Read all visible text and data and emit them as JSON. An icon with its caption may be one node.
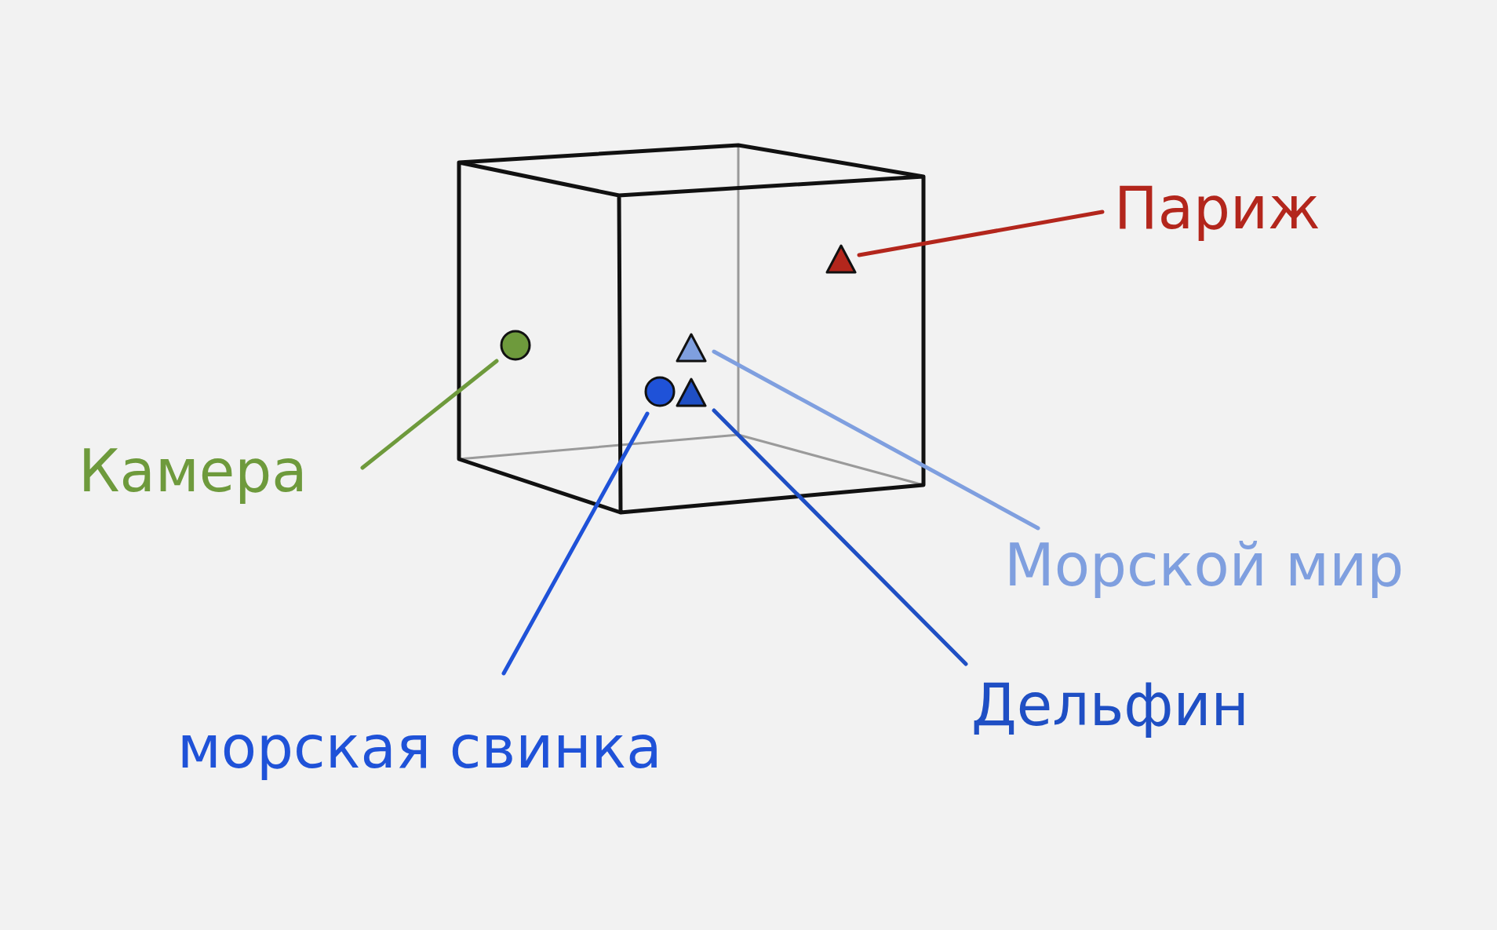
{
  "diagram": {
    "nodes": [
      {
        "text": [
          "Париж"
        ]
      },
      {
        "text": [],
        "shape": "triangle"
      },
      {
        "text": [
          "Камера"
        ]
      },
      {
        "text": [],
        "shape": "circle"
      },
      {
        "text": [
          "Морской мир"
        ]
      },
      {
        "text": [],
        "shape": "triangle"
      },
      {
        "text": [
          "морская свинка"
        ]
      },
      {
        "text": [],
        "shape": "circle"
      },
      {
        "text": [
          "Дельфин"
        ]
      },
      {
        "text": [],
        "shape": "triangle"
      }
    ],
    "edges": [
      {
        "from": 0,
        "to": 1,
        "arrow": "none",
        "color": "#b3261c"
      },
      {
        "from": 2,
        "to": 3,
        "arrow": "none",
        "color": "#6e9a3c"
      },
      {
        "from": 4,
        "to": 5,
        "arrow": "none",
        "color": "#7f9fdf"
      },
      {
        "from": 6,
        "to": 7,
        "arrow": "none",
        "color": "#1f52d8"
      },
      {
        "from": 8,
        "to": 9,
        "arrow": "none",
        "color": "#1f4fc4"
      }
    ]
  }
}
